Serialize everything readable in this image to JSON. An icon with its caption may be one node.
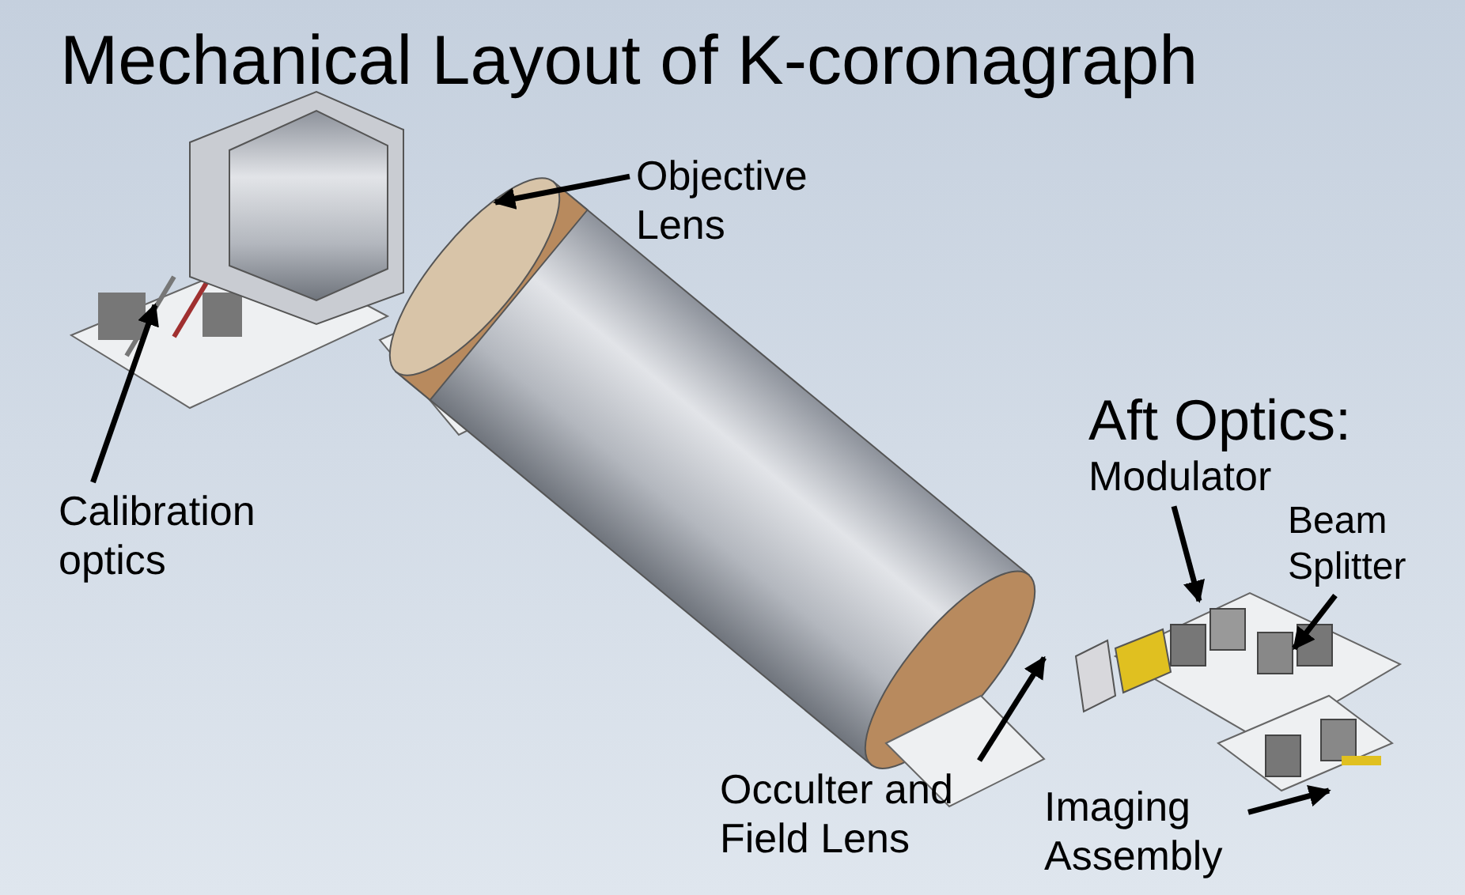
{
  "diagram": {
    "title": "Mechanical Layout of K-coronagraph",
    "nodes": [
      {
        "text": [
          "Objective Lens"
        ]
      },
      {
        "text": [
          "Calibration optics"
        ]
      },
      {
        "text": [
          "Modulator"
        ]
      },
      {
        "text": [
          "Beam Splitter"
        ]
      },
      {
        "text": [
          "Occulter and Field Lens"
        ]
      },
      {
        "text": [
          "Imaging Assembly"
        ]
      }
    ],
    "edges": [
      {
        "from": 0,
        "to": null,
        "arrow": "to"
      },
      {
        "from": 1,
        "to": null,
        "arrow": "to"
      },
      {
        "from": 2,
        "to": null,
        "arrow": "to"
      },
      {
        "from": 3,
        "to": null,
        "arrow": "to"
      },
      {
        "from": 4,
        "to": null,
        "arrow": "to"
      },
      {
        "from": 5,
        "to": null,
        "arrow": "to"
      }
    ],
    "labels": [
      "Aft Optics:"
    ]
  }
}
